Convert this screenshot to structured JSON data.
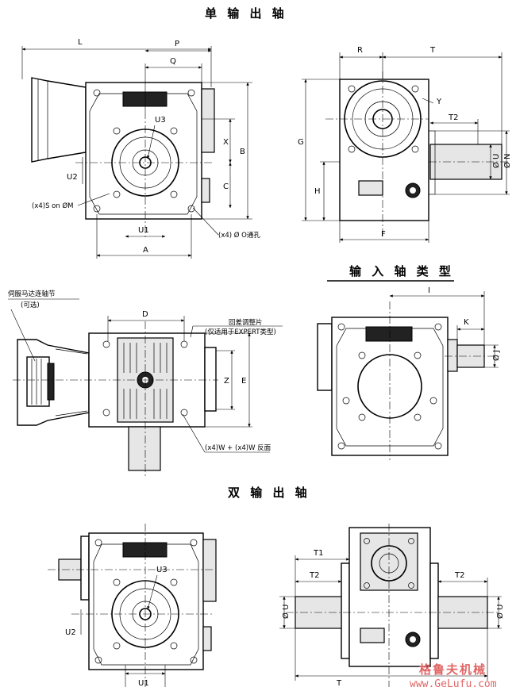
{
  "titles": {
    "single_output": "单 输 出 轴",
    "input_shaft_types": "输 入 轴 类 型",
    "double_output": "双 输 出 轴"
  },
  "dims": {
    "L": "L",
    "P": "P",
    "Q": "Q",
    "R": "R",
    "T": "T",
    "Y": "Y",
    "T2": "T2",
    "U3": "U3",
    "X": "X",
    "B": "B",
    "C": "C",
    "U2": "U2",
    "U1": "U1",
    "A": "A",
    "G": "G",
    "H": "H",
    "F": "F",
    "OU": "Ø U",
    "ON": "Ø N",
    "D": "D",
    "Z": "Z",
    "E": "E",
    "I": "I",
    "K": "K",
    "OJ": "Ø J",
    "T1": "T1"
  },
  "notes": {
    "holes_s": "(x4)S on ØM",
    "holes_o": "(x4) Ø O通孔",
    "servo_coupling": "伺服马达连轴节",
    "optional": "(可选)",
    "backlash_shim": "回差调整片",
    "expert_only": "(仅适用于EXPERT类型)",
    "holes_w": "(x4)W + (x4)W 反面"
  },
  "watermark": {
    "name": "格鲁夫机械",
    "url": "www.GeLufu.com"
  },
  "colors": {
    "line": "#000000",
    "watermark": "#e06666"
  }
}
